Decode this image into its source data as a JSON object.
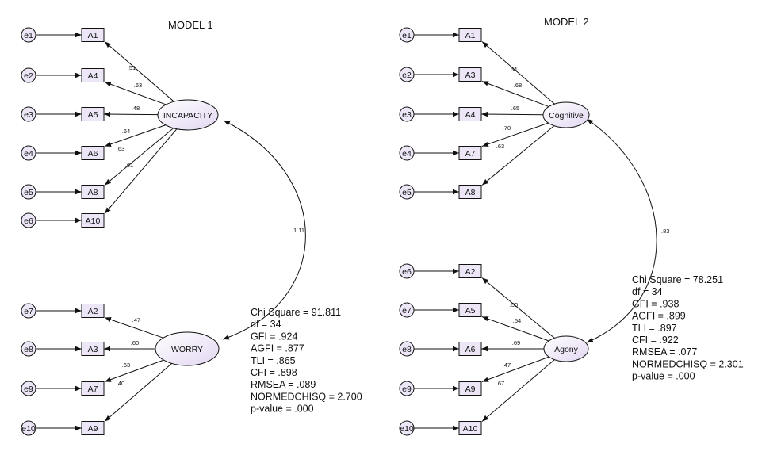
{
  "colors": {
    "node_fill": "#ece6f6",
    "latent_fill_start": "#ffffff",
    "latent_fill_end": "#e3d7f2",
    "line": "#111111"
  },
  "model1": {
    "title": "MODEL 1",
    "indicators": [
      {
        "error": "e1",
        "item": "A1",
        "loading": ".51"
      },
      {
        "error": "e2",
        "item": "A4",
        "loading": ".63"
      },
      {
        "error": "e3",
        "item": "A5",
        "loading": ".48"
      },
      {
        "error": "e4",
        "item": "A6",
        "loading": ".64"
      },
      {
        "error": "e5",
        "item": "A8",
        "loading": ".63"
      },
      {
        "error": "e6",
        "item": "A10",
        "loading": ".61"
      },
      {
        "error": "e7",
        "item": "A2",
        "loading": ".47"
      },
      {
        "error": "e8",
        "item": "A3",
        "loading": ".60"
      },
      {
        "error": "e9",
        "item": "A7",
        "loading": ".63"
      },
      {
        "error": "e10",
        "item": "A9",
        "loading": ".40"
      }
    ],
    "factors": [
      "INCAPACITY",
      "WORRY"
    ],
    "covariance": "1.11",
    "stats": [
      "Chi Square = 91.811",
      "df = 34",
      "GFI = .924",
      "AGFI = .877",
      "TLI = .865",
      "CFI = .898",
      "RMSEA = .089",
      "NORMEDCHISQ = 2.700",
      "p-value = .000"
    ]
  },
  "model2": {
    "title": "MODEL 2",
    "indicators": [
      {
        "error": "e1",
        "item": "A1",
        "loading": ".54"
      },
      {
        "error": "e2",
        "item": "A3",
        "loading": ".68"
      },
      {
        "error": "e3",
        "item": "A4",
        "loading": ".65"
      },
      {
        "error": "e4",
        "item": "A7",
        "loading": ".70"
      },
      {
        "error": "e5",
        "item": "A8",
        "loading": ".63"
      },
      {
        "error": "e6",
        "item": "A2",
        "loading": ".50"
      },
      {
        "error": "e7",
        "item": "A5",
        "loading": ".54"
      },
      {
        "error": "e8",
        "item": "A6",
        "loading": ".69"
      },
      {
        "error": "e9",
        "item": "A9",
        "loading": ".47"
      },
      {
        "error": "e10",
        "item": "A10",
        "loading": ".67"
      }
    ],
    "factors": [
      "Cognitive",
      "Agony"
    ],
    "covariance": ".83",
    "stats": [
      "Chi Square = 78.251",
      "df = 34",
      "GFI = .938",
      "AGFI = .899",
      "TLI = .897",
      "CFI = .922",
      "RMSEA = .077",
      "NORMEDCHISQ = 2.301",
      "p-value = .000"
    ]
  }
}
